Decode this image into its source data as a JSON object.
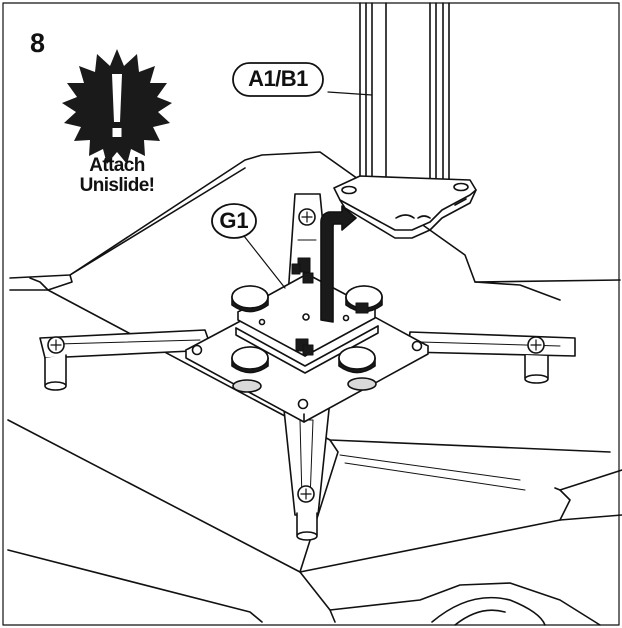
{
  "step": {
    "number": "8"
  },
  "warning": {
    "icon": "exclamation-starburst-icon",
    "text_line1": "Attach",
    "text_line2": "Unislide!"
  },
  "labels": {
    "column": "A1/B1",
    "plate": "G1"
  },
  "colors": {
    "line": "#111111",
    "fill": "#ffffff",
    "dark": "#1a1a1a",
    "shade": "#d9d9d9"
  }
}
